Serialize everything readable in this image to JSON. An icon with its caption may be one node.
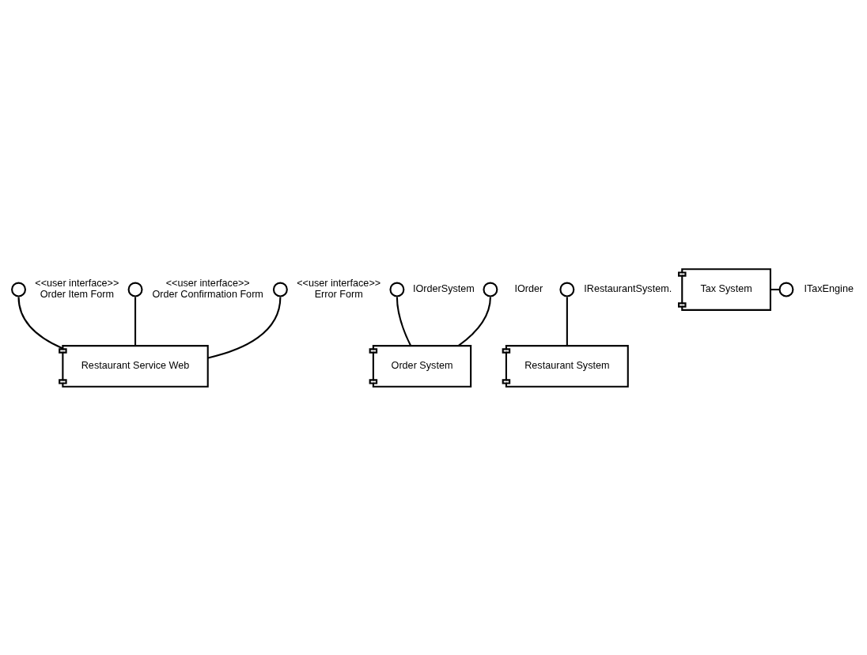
{
  "diagram": {
    "nodes": [
      {
        "text": [],
        "shape": "circle",
        "beside": [
          "<<user interface>>",
          "Order Item Form"
        ]
      },
      {
        "text": [],
        "shape": "circle",
        "beside": [
          "<<user interface>>",
          "Order Confirmation Form"
        ]
      },
      {
        "text": [],
        "shape": "circle",
        "beside": [
          "<<user interface>>",
          "Error Form"
        ]
      },
      {
        "text": [
          "Restaurant Service Web"
        ]
      },
      {
        "text": [],
        "shape": "circle",
        "beside": [
          "IOrderSystem"
        ]
      },
      {
        "text": [],
        "shape": "circle",
        "beside": [
          "IOrder"
        ]
      },
      {
        "text": [
          "Order System"
        ]
      },
      {
        "text": [],
        "shape": "circle",
        "beside": [
          "IRestaurantSystem."
        ]
      },
      {
        "text": [
          "Restaurant System"
        ]
      },
      {
        "text": [
          "Tax System"
        ]
      },
      {
        "text": [],
        "shape": "circle",
        "beside": [
          "ITaxEngine"
        ]
      }
    ],
    "edges": [
      {
        "from": 0,
        "to": 3,
        "arrow": "none"
      },
      {
        "from": 1,
        "to": 3,
        "arrow": "none"
      },
      {
        "from": 2,
        "to": 3,
        "arrow": "none"
      },
      {
        "from": 4,
        "to": 6,
        "arrow": "none"
      },
      {
        "from": 5,
        "to": 6,
        "arrow": "none"
      },
      {
        "from": 7,
        "to": 8,
        "arrow": "none"
      },
      {
        "from": 9,
        "to": 10,
        "arrow": "none"
      }
    ]
  }
}
